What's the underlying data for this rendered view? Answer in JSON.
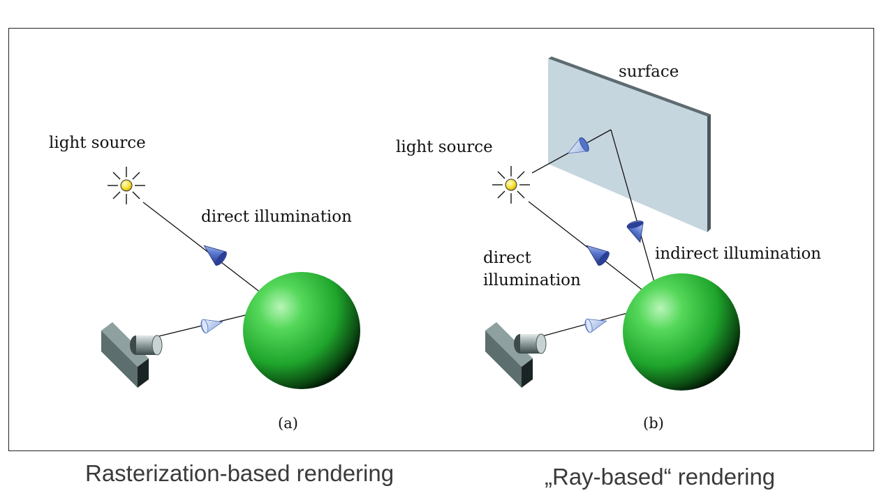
{
  "panel_a": {
    "light_label": "light source",
    "direct_label": "direct illumination",
    "panel_label": "(a)"
  },
  "panel_b": {
    "surface_label": "surface",
    "light_label": "light source",
    "direct_label_line1": "direct",
    "direct_label_line2": "illumination",
    "indirect_label": "indirect illumination",
    "panel_label": "(b)"
  },
  "captions": {
    "a": "Rasterization-based rendering",
    "b": "„Ray-based“ rendering"
  },
  "colors": {
    "sphere": "#2fbf3f",
    "light": "#f5e030",
    "surface": "#c6d6de",
    "cone_dark": "#3a55b0",
    "cone_light": "#a9c3ea",
    "camera": "#5c6e6e"
  }
}
